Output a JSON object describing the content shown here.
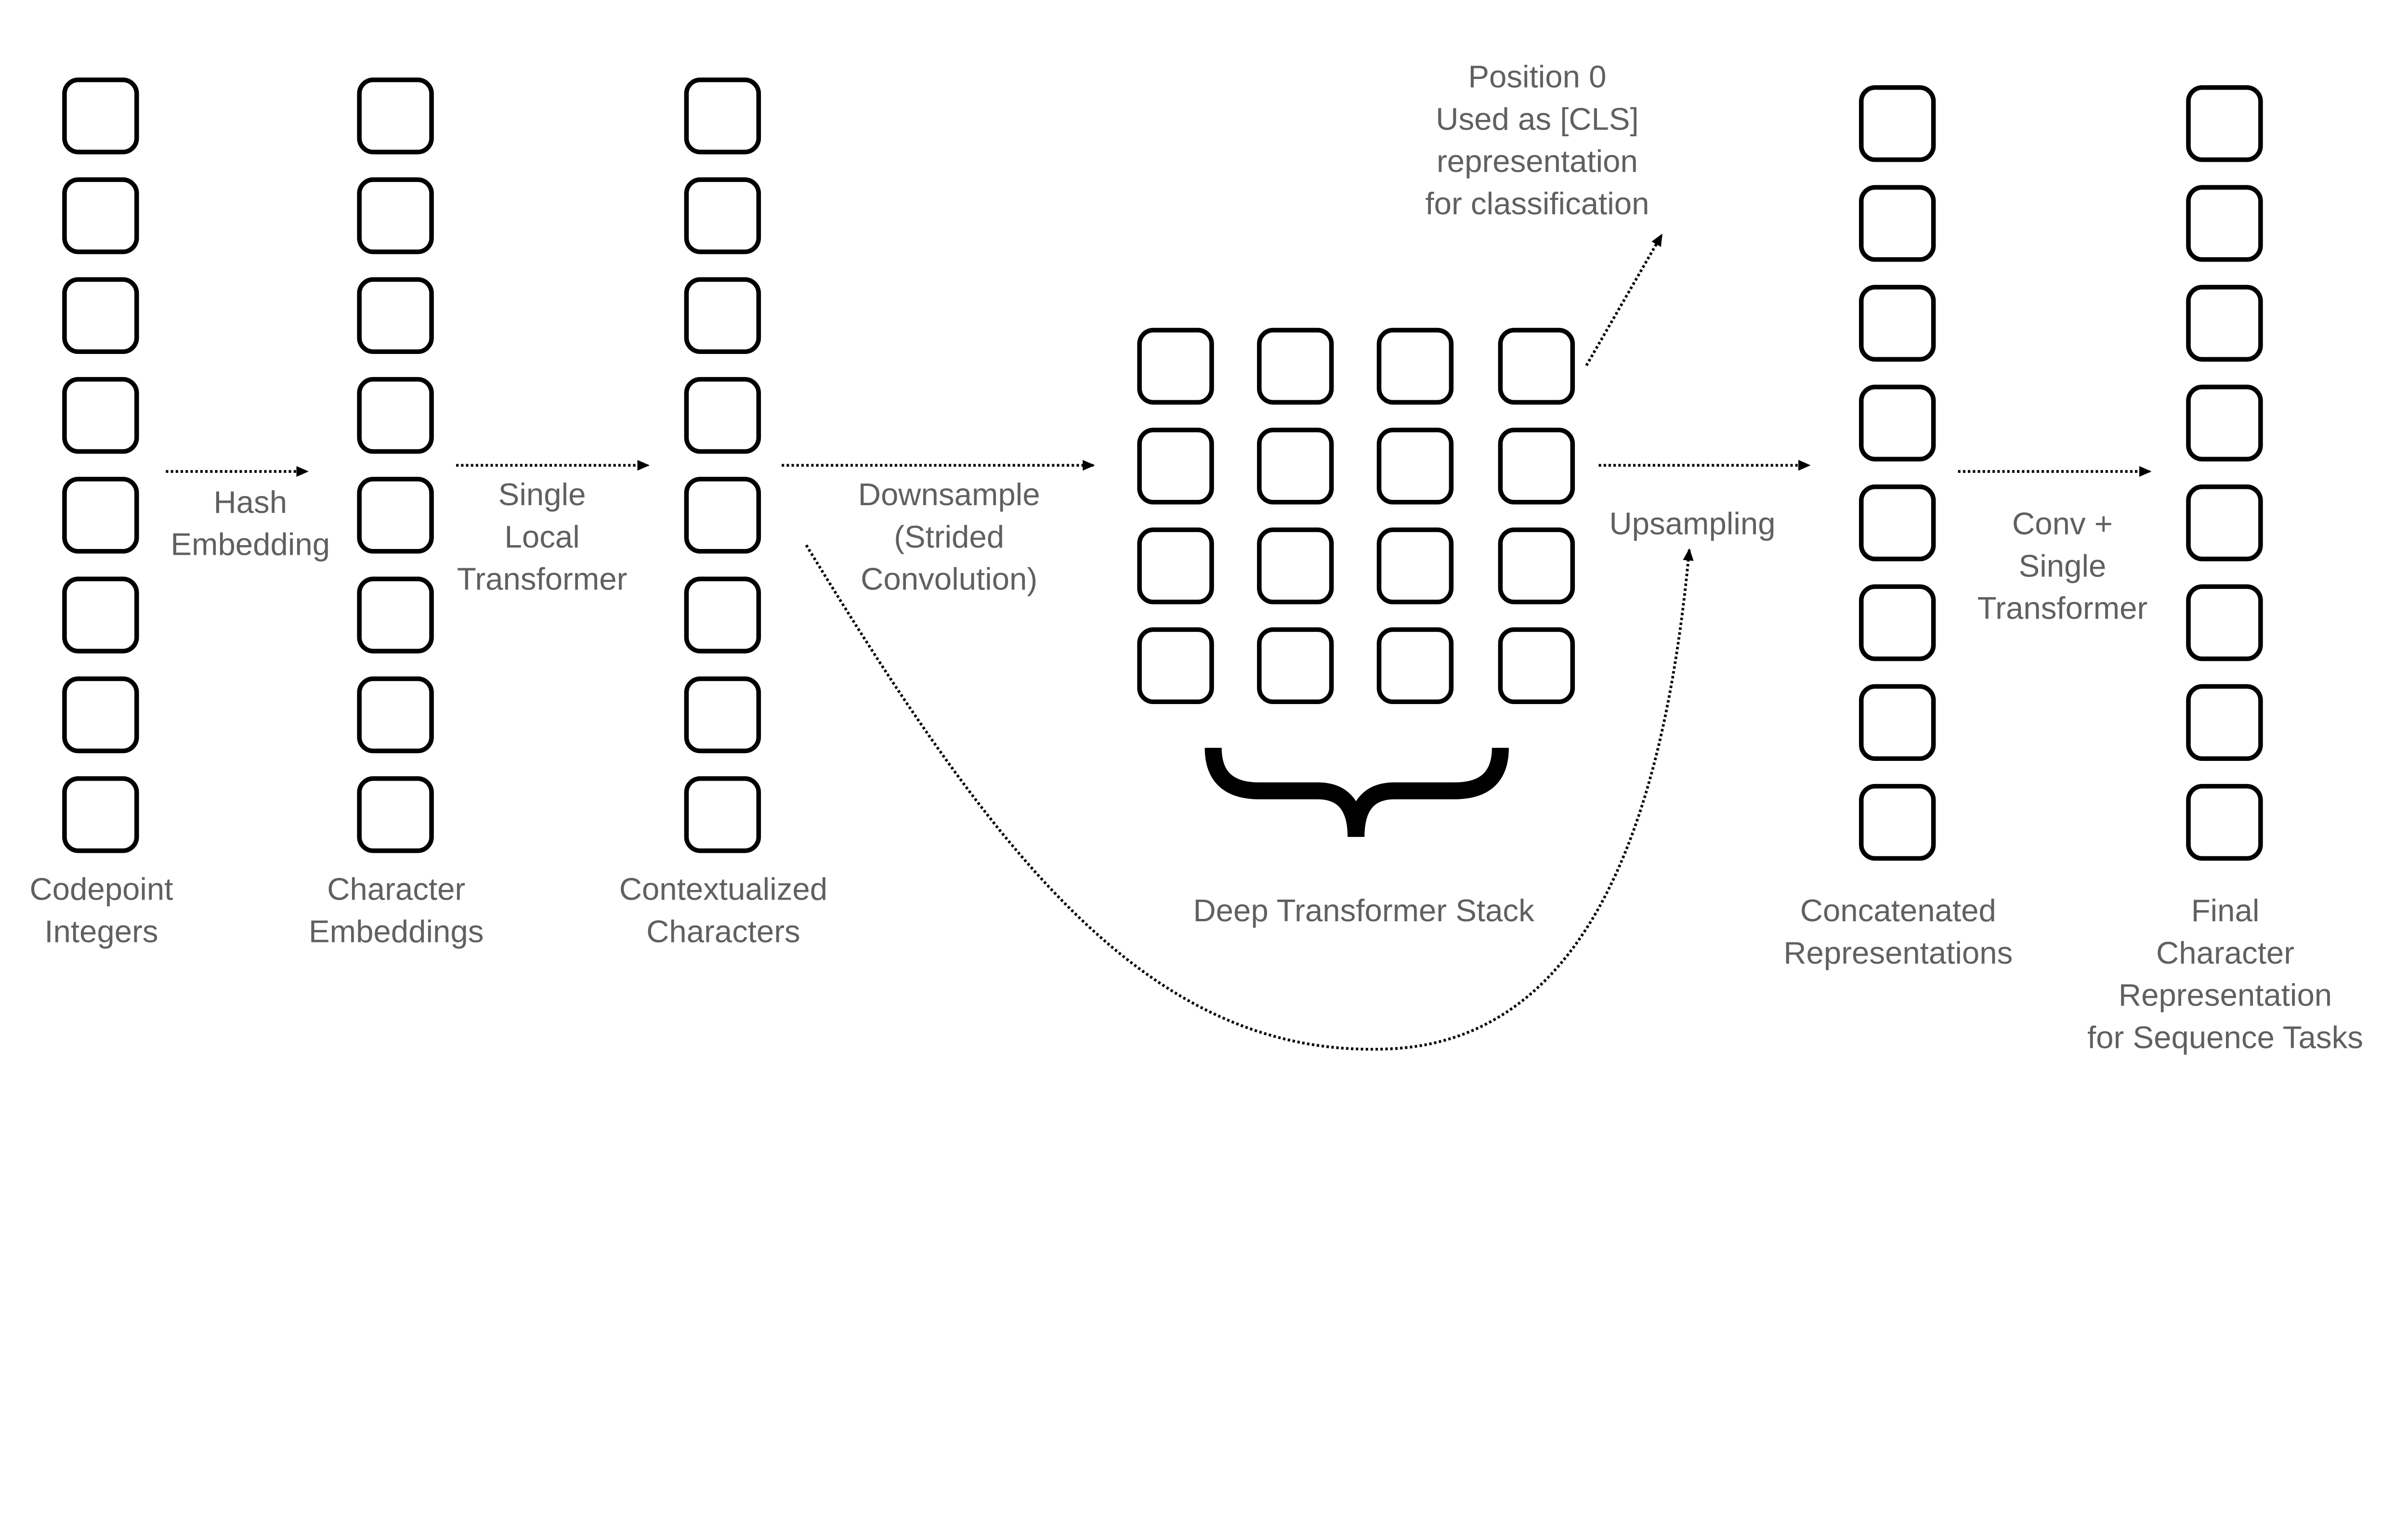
{
  "labels": {
    "codepoint": [
      "Codepoint",
      "Integers"
    ],
    "hash": [
      "Hash",
      "Embedding"
    ],
    "char_emb": [
      "Character",
      "Embeddings"
    ],
    "local": [
      "Single",
      "Local",
      "Transformer"
    ],
    "contextual": [
      "Contextualized",
      "Characters"
    ],
    "downsample": [
      "Downsample",
      "(Strided",
      "Convolution)"
    ],
    "cls": [
      "Position 0",
      "Used as [CLS]",
      "representation",
      "for classification"
    ],
    "deep": [
      "Deep Transformer Stack"
    ],
    "upsampling": [
      "Upsampling"
    ],
    "concat": [
      "Concatenated",
      "Representations"
    ],
    "conv": [
      "Conv +",
      "Single",
      "Transformer"
    ],
    "final": [
      "Final",
      "Character",
      "Representation",
      "for Sequence Tasks"
    ]
  },
  "colors": {
    "text": "#606060",
    "stroke": "#000000"
  }
}
